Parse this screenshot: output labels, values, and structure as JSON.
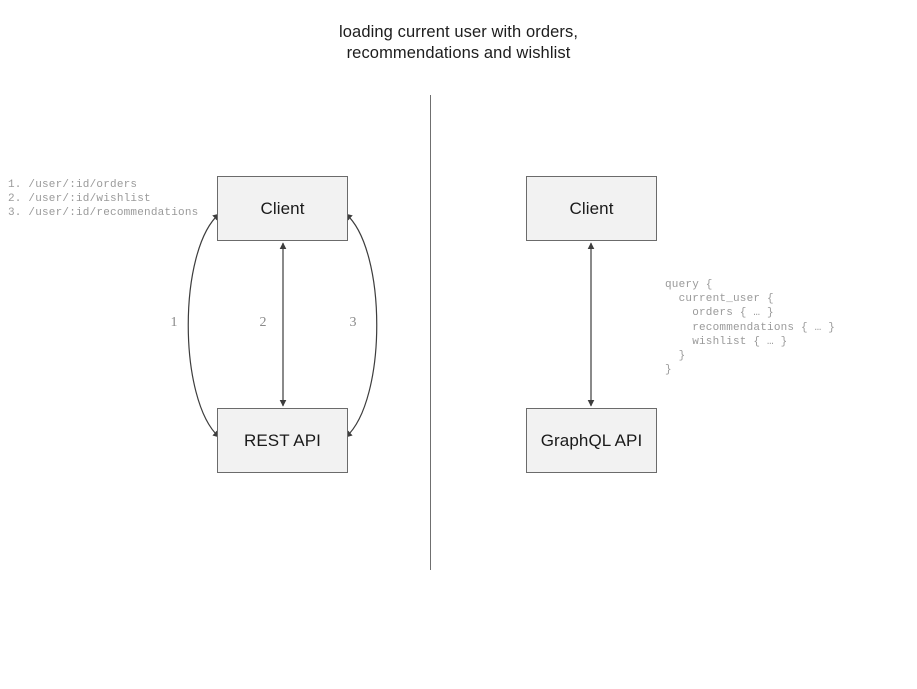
{
  "diagram": {
    "title": "loading current user with orders,\nrecommendations and wishlist",
    "divider_color": "#6f6f6f",
    "node_fill": "#f2f2f2",
    "node_border": "#6b6b6b",
    "edge_color": "#3d3d3d",
    "code_color": "#9a9a9a"
  },
  "rest_panel": {
    "client_label": "Client",
    "api_label": "REST API",
    "endpoints": "1. /user/:id/orders\n2. /user/:id/wishlist\n3. /user/:id/recommendations",
    "edge_labels": [
      "1",
      "2",
      "3"
    ]
  },
  "graphql_panel": {
    "client_label": "Client",
    "api_label": "GraphQL API",
    "query": "query {\n  current_user {\n    orders { … }\n    recommendations { … }\n    wishlist { … }\n  }\n}"
  }
}
